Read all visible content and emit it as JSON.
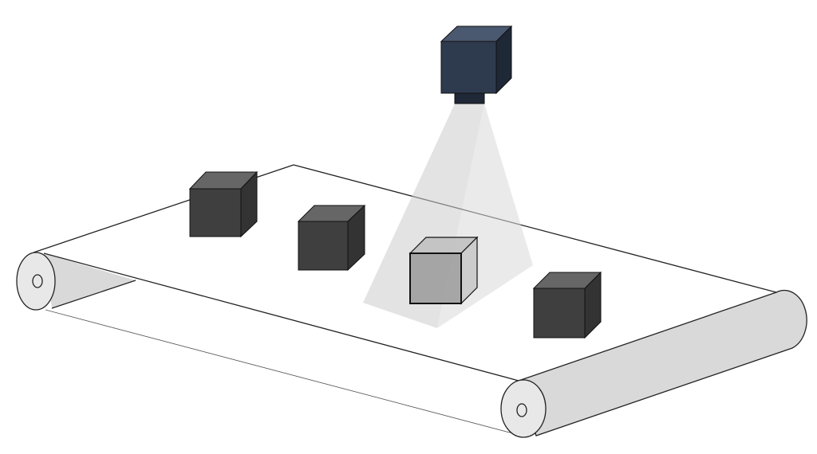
{
  "diagram": {
    "subject": "conveyor-belt-vision-inspection",
    "colors": {
      "box": "#3f3f3f",
      "box_top": "#666666",
      "box_side": "#333333",
      "camera": "#2e3a4d",
      "camera_top": "#4a5870",
      "camera_side": "#1f2836",
      "roller": "#d9d9d9",
      "roller_end": "#e8e8e8",
      "light_cone": "#cccccc",
      "inspected_box": "#9a9a9a"
    },
    "boxes_on_belt": 4,
    "inspected_box_index": 2
  }
}
